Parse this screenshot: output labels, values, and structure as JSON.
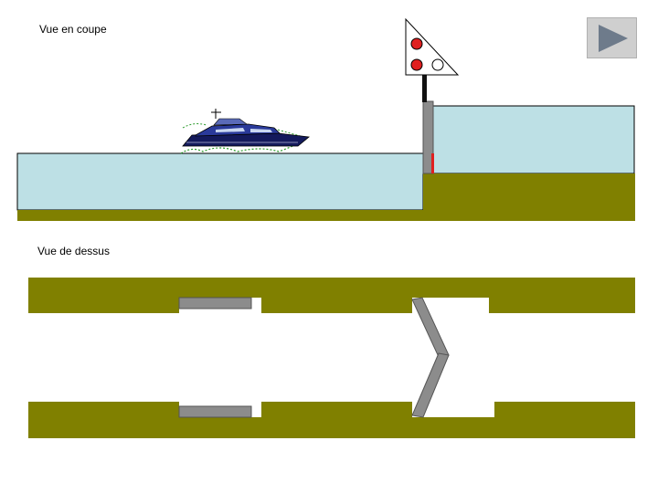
{
  "labels": {
    "section_view": "Vue en coupe",
    "top_view": "Vue de dessus"
  },
  "colors": {
    "water": "#bde0e5",
    "ground": "#808000",
    "gate": "#8c8c8c",
    "signal_red": "#e02020",
    "play_icon": "#6e7b8b"
  },
  "icons": {
    "play_button": "play-icon",
    "signal": "traffic-signal-icon",
    "boat": "boat-icon"
  },
  "signal": {
    "lights": [
      "red",
      "red",
      "off"
    ]
  }
}
